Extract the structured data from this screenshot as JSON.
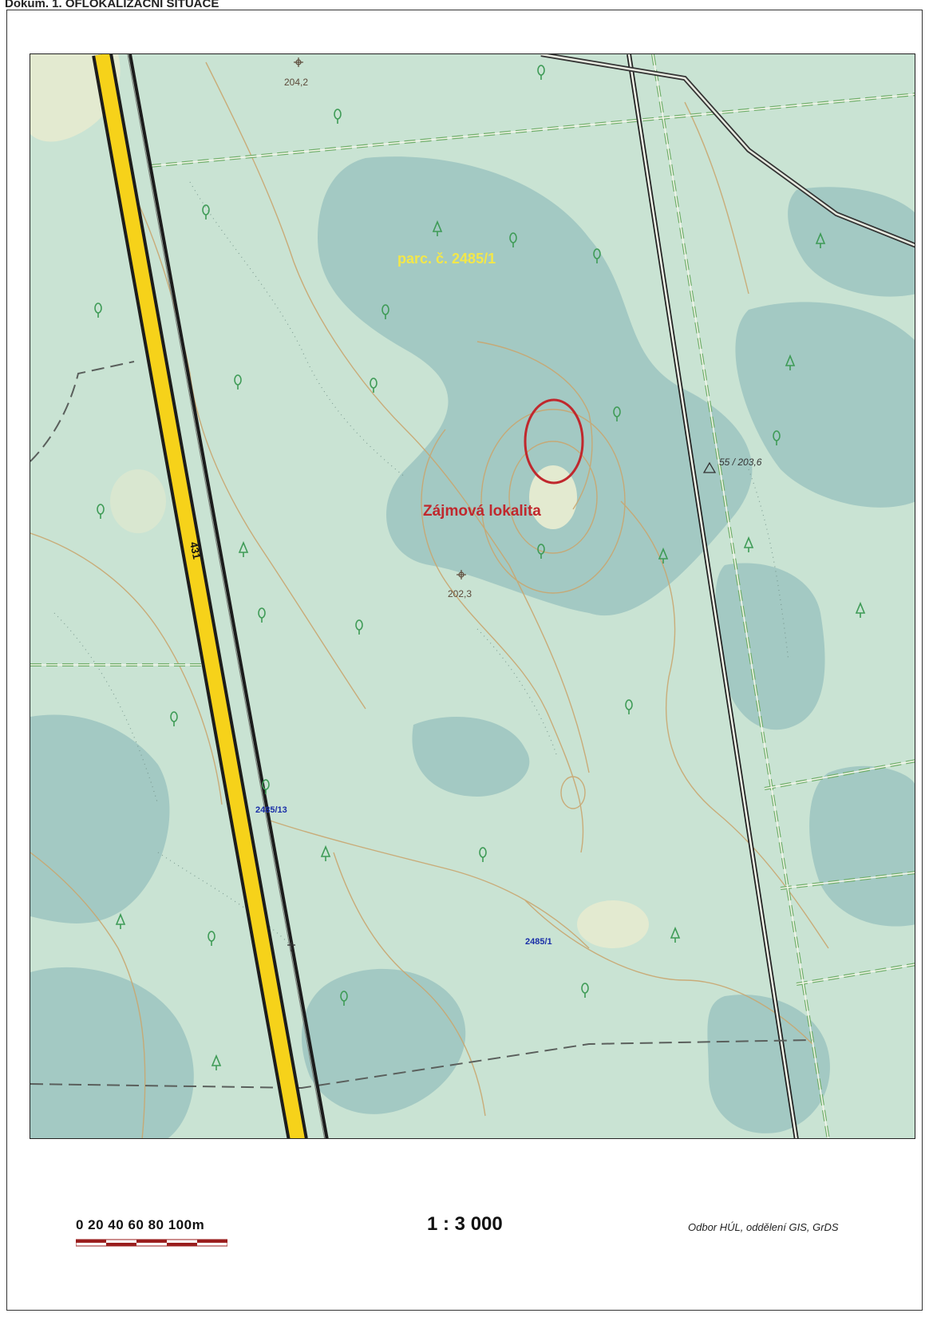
{
  "header": {
    "text": "Dokum. 1. OFLOKALIZACNI SITUACE"
  },
  "map": {
    "parcel_label": "parc. č. 2485/1",
    "area_label": "Zájmová lokalita",
    "road_number": "431",
    "elevation_top": "204,2",
    "elevation_center": "202,3",
    "survey_point": "55 / 203,6",
    "parcel_number_road": "2485/13",
    "parcel_number_south": "2485/1",
    "colors": {
      "meadow": "#c9e3d3",
      "forest": "#9fc6c0",
      "clearing": "#e4ebd2",
      "road_fill": "#f6d21a",
      "contour": "#c9a66f",
      "parcel_label": "#f2e74a",
      "area_label": "#c0282d",
      "parcel_number": "#1a2fa8"
    }
  },
  "footer": {
    "scale_numbers": "0 20 40 60 80 100m",
    "scale_ratio": "1 : 3 000",
    "credit": "Odbor HÚL, oddělení GIS, GrDS"
  }
}
